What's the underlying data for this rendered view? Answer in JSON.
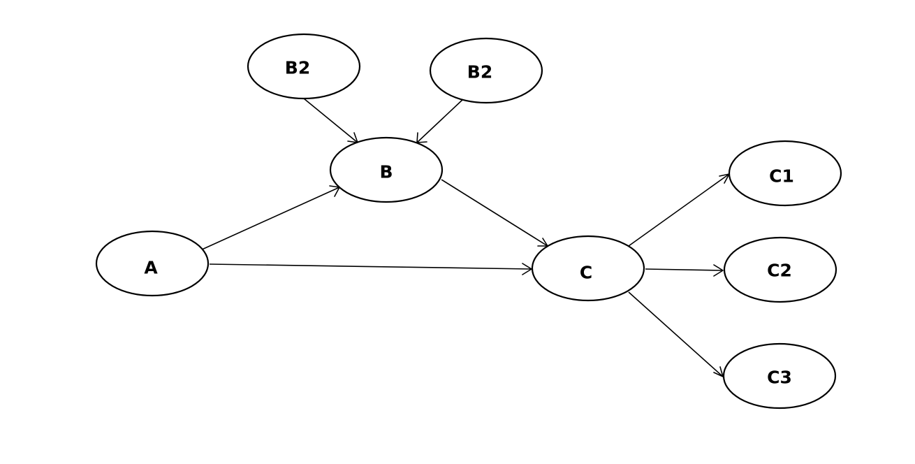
{
  "nodes": [
    {
      "id": "b2_left",
      "label": "B2"
    },
    {
      "id": "b2_right",
      "label": "B2"
    },
    {
      "id": "b",
      "label": "B"
    },
    {
      "id": "a",
      "label": "A"
    },
    {
      "id": "c",
      "label": "C"
    },
    {
      "id": "c1",
      "label": "C1"
    },
    {
      "id": "c2",
      "label": "C2"
    },
    {
      "id": "c3",
      "label": "C3"
    }
  ],
  "edges": [
    {
      "from": "b2_left",
      "to": "b"
    },
    {
      "from": "b2_right",
      "to": "b"
    },
    {
      "from": "a",
      "to": "b"
    },
    {
      "from": "a",
      "to": "c"
    },
    {
      "from": "b",
      "to": "c"
    },
    {
      "from": "c",
      "to": "c1"
    },
    {
      "from": "c",
      "to": "c2"
    },
    {
      "from": "c",
      "to": "c3"
    }
  ]
}
